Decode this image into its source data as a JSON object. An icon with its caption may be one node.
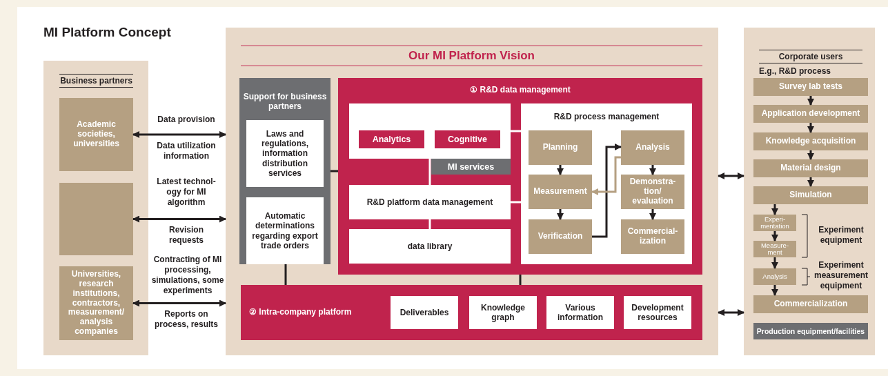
{
  "diagram": {
    "title": "MI Platform Concept",
    "nodes": [
      {
        "text": [
          "Business partners"
        ]
      },
      {
        "text": [
          "Academic societies, universities"
        ],
        "in": 0
      },
      {
        "text": [],
        "shape": "box",
        "in": 0
      },
      {
        "text": [
          "Universities, research institutions, contractors, measurement/ analysis companies"
        ],
        "in": 0
      },
      {
        "text": [
          "Our MI Platform Vision"
        ]
      },
      {
        "text": [
          "Support for business partners"
        ],
        "in": 4
      },
      {
        "text": [
          "Laws and regulations, information distribution services"
        ],
        "in": 5
      },
      {
        "text": [
          "Automatic determinations regarding export trade orders"
        ],
        "in": 5
      },
      {
        "text": [
          "① R&D data management"
        ],
        "in": 4
      },
      {
        "text": [],
        "shape": "box",
        "in": 8
      },
      {
        "text": [
          "Analytics"
        ],
        "in": 9
      },
      {
        "text": [
          "Cognitive"
        ],
        "in": 9
      },
      {
        "text": [
          "MI services"
        ],
        "in": 8
      },
      {
        "text": [
          "R&D platform data management"
        ],
        "in": 8
      },
      {
        "text": [
          "data library"
        ],
        "in": 8
      },
      {
        "text": [
          "R&D process management"
        ],
        "in": 8
      },
      {
        "text": [
          "Planning"
        ],
        "in": 15
      },
      {
        "text": [
          "Measurement"
        ],
        "in": 15
      },
      {
        "text": [
          "Verification"
        ],
        "in": 15
      },
      {
        "text": [
          "Analysis"
        ],
        "in": 15
      },
      {
        "text": [
          "Demonstra- tion/ evaluation"
        ],
        "in": 15
      },
      {
        "text": [
          "Commercial- ization"
        ],
        "in": 15
      },
      {
        "text": [
          "② Intra-company platform"
        ],
        "in": 4
      },
      {
        "text": [
          "Deliverables"
        ],
        "in": 22
      },
      {
        "text": [
          "Knowledge graph"
        ],
        "in": 22
      },
      {
        "text": [
          "Various information"
        ],
        "in": 22
      },
      {
        "text": [
          "Development resources"
        ],
        "in": 22
      },
      {
        "text": [
          "Corporate users",
          "E.g., R&D process"
        ]
      },
      {
        "text": [
          "Survey lab tests"
        ],
        "in": 27
      },
      {
        "text": [
          "Application development"
        ],
        "in": 27
      },
      {
        "text": [
          "Knowledge acquisition"
        ],
        "in": 27
      },
      {
        "text": [
          "Material design"
        ],
        "in": 27
      },
      {
        "text": [
          "Simulation"
        ],
        "in": 27
      },
      {
        "text": [
          "Experi- mentation"
        ],
        "in": 27
      },
      {
        "text": [
          "Measure- ment"
        ],
        "in": 27
      },
      {
        "text": [
          "Analysis"
        ],
        "in": 27
      },
      {
        "text": [
          "Commercialization"
        ],
        "in": 27
      },
      {
        "text": [
          "Production equipment/facilities"
        ],
        "in": 27
      }
    ],
    "edges": [
      {
        "from": 1,
        "to": 4,
        "arrow": "both"
      },
      {
        "from": 2,
        "to": 4,
        "arrow": "both"
      },
      {
        "from": 3,
        "to": 4,
        "arrow": "both"
      },
      {
        "from": 5,
        "to": 8,
        "arrow": "none"
      },
      {
        "from": 5,
        "to": 22,
        "arrow": "none"
      },
      {
        "from": 8,
        "to": 22,
        "arrow": "none"
      },
      {
        "from": 9,
        "to": 15,
        "arrow": "none",
        "color": "#ffffff"
      },
      {
        "from": 13,
        "to": 15,
        "arrow": "none",
        "color": "#ffffff"
      },
      {
        "from": 9,
        "to": 13,
        "arrow": "none",
        "color": "#ffffff"
      },
      {
        "from": 13,
        "to": 14,
        "arrow": "none",
        "color": "#ffffff"
      },
      {
        "from": 16,
        "to": 17,
        "arrow": "to"
      },
      {
        "from": 17,
        "to": 18,
        "arrow": "to"
      },
      {
        "from": 18,
        "to": 19,
        "arrow": "to"
      },
      {
        "from": 19,
        "to": 17,
        "arrow": "to",
        "color": "#b5a082"
      },
      {
        "from": 19,
        "to": 20,
        "arrow": "to"
      },
      {
        "from": 20,
        "to": 21,
        "arrow": "to"
      },
      {
        "from": 4,
        "to": 27,
        "arrow": "both"
      },
      {
        "from": 4,
        "to": 27,
        "arrow": "both"
      },
      {
        "from": 28,
        "to": 29,
        "arrow": "to"
      },
      {
        "from": 29,
        "to": 30,
        "arrow": "to"
      },
      {
        "from": 30,
        "to": 31,
        "arrow": "to"
      },
      {
        "from": 31,
        "to": 32,
        "arrow": "to"
      },
      {
        "from": 32,
        "to": 33,
        "arrow": "to"
      },
      {
        "from": 33,
        "to": 34,
        "arrow": "to"
      },
      {
        "from": 34,
        "to": 35,
        "arrow": "to"
      },
      {
        "from": 35,
        "to": 36,
        "arrow": "to"
      }
    ],
    "labels": [
      "Data provision",
      "Data utilization information",
      "Latest technol- ogy for MI algorithm",
      "Revision requests",
      "Contracting of MI processing, simulations, some experiments",
      "Reports on process, results",
      "Experiment equipment",
      "Experiment measurement equipment"
    ]
  }
}
